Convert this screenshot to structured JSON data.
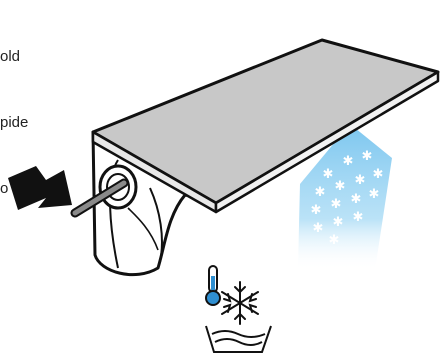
{
  "caption": {
    "lines": [
      "old",
      "pide",
      "o"
    ]
  },
  "colors": {
    "outline": "#111111",
    "panel_top": "#c9c9c9",
    "panel_edge": "#e6e6e6",
    "spray": "#8ecdf0",
    "arrow": "#111111",
    "thermo_fill": "#2f8fd1"
  },
  "icons": {
    "push_arrow": "push-arrow-icon",
    "spray": "cold-spray-icon",
    "thermometer": "thermometer-icon",
    "snowflake": "snowflake-icon",
    "water": "water-basin-icon"
  }
}
